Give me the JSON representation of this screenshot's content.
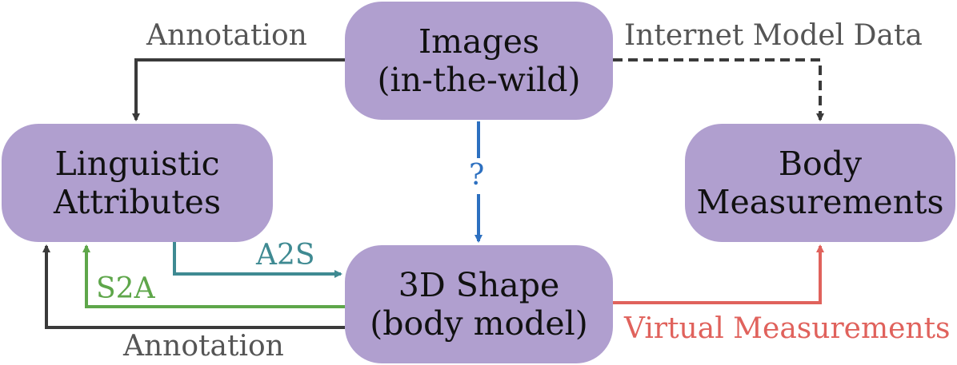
{
  "nodes": {
    "images": {
      "line1": "Images",
      "line2": "(in-the-wild)"
    },
    "linguistic": {
      "line1": "Linguistic",
      "line2": "Attributes"
    },
    "body": {
      "line1": "Body",
      "line2": "Measurements"
    },
    "shape": {
      "line1": "3D Shape",
      "line2": "(body model)"
    }
  },
  "edges": {
    "annotation_top": {
      "label": "Annotation",
      "color": "#3a3a3a",
      "label_color": "#555555"
    },
    "internet": {
      "label": "Internet Model Data",
      "color": "#3a3a3a",
      "label_color": "#555555",
      "style": "dashed"
    },
    "question": {
      "label": "?",
      "color": "#2d70c0"
    },
    "a2s": {
      "label": "A2S",
      "color": "#3f8a92"
    },
    "s2a": {
      "label": "S2A",
      "color": "#5ea64a"
    },
    "annotation_bottom": {
      "label": "Annotation",
      "color": "#3a3a3a",
      "label_color": "#555555"
    },
    "virtual": {
      "label": "Virtual Measurements",
      "color": "#e0625c"
    }
  },
  "colors": {
    "node_fill": "#b09fcf",
    "node_text": "#111111"
  }
}
